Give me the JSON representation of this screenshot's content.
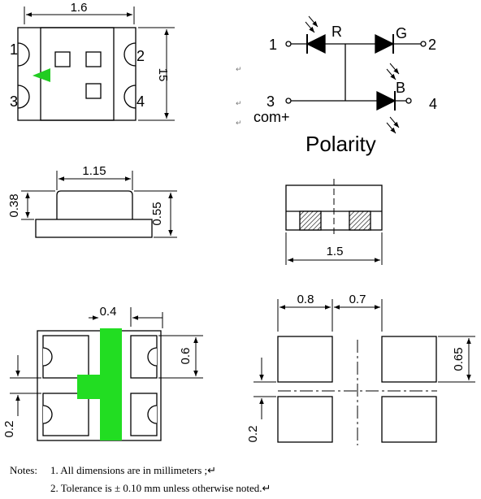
{
  "top_view": {
    "width_dim": "1.6",
    "height_dim": "15",
    "pins": [
      "1",
      "2",
      "3",
      "4"
    ],
    "marker_color": "#22cc22"
  },
  "schematic": {
    "pin1": "1",
    "pin2": "2",
    "pin3": "3",
    "pin4": "4",
    "led_r": "R",
    "led_g": "G",
    "led_b": "B",
    "common": "com+",
    "title": "Polarity",
    "return_mark": "↵"
  },
  "side_view": {
    "top_width": "1.15",
    "body_height": "0.38",
    "total_height": "0.55"
  },
  "end_view": {
    "width": "1.5"
  },
  "bottom_view": {
    "pad_width": "0.4",
    "pad_height": "0.6",
    "gap": "0.2",
    "pad_color": "#22dd22"
  },
  "land_pattern": {
    "pad_w": "0.8",
    "spacing": "0.7",
    "pad_h": "0.65",
    "gap": "0.2"
  },
  "notes": {
    "heading": "Notes:",
    "items": [
      "1. All dimensions are in millimeters ;↵",
      "2. Tolerance is ± 0.10 mm unless otherwise noted.↵"
    ]
  }
}
